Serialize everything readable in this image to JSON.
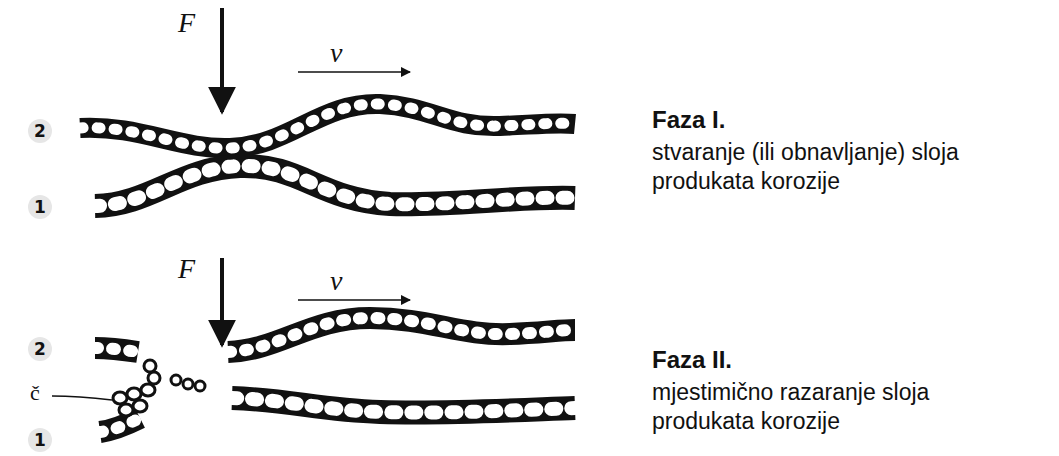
{
  "diagram": {
    "labels": [
      "F",
      "v",
      "2",
      "1",
      "Faza I.",
      "stvaranje (ili obnavljanje) sloja produkata korozije",
      "F",
      "v",
      "2",
      "č",
      "1",
      "Faza II.",
      "mjestimično razaranje sloja produkata korozije"
    ]
  }
}
